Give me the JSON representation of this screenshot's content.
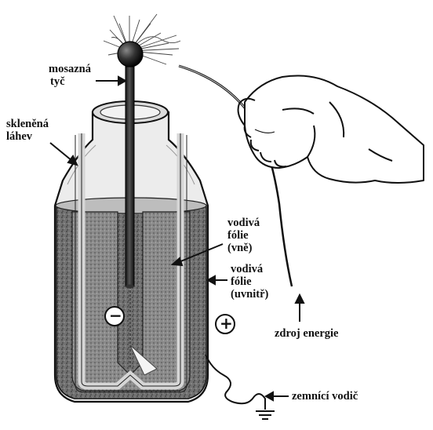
{
  "labels": {
    "brass_rod": [
      "mosazná",
      "tyč"
    ],
    "glass_bottle": [
      "skleněná",
      "láhev"
    ],
    "foil_outside": [
      "vodivá",
      "fólie",
      "(vně)"
    ],
    "foil_inside": [
      "vodivá",
      "fólie",
      "(uvnitř)"
    ],
    "energy_source": "zdroj energie",
    "ground_wire": "zemnící vodič"
  },
  "signs": {
    "negative": "−",
    "positive": "+"
  },
  "colors": {
    "ink": "#111111",
    "foil_fill": "#6e6e6e",
    "glass_fill": "#e6e6e6",
    "inner_light": "#d4d4d4"
  },
  "icons": {
    "hand": "hand-icon",
    "spark": "spark-icon",
    "ground": "ground-symbol-icon"
  }
}
